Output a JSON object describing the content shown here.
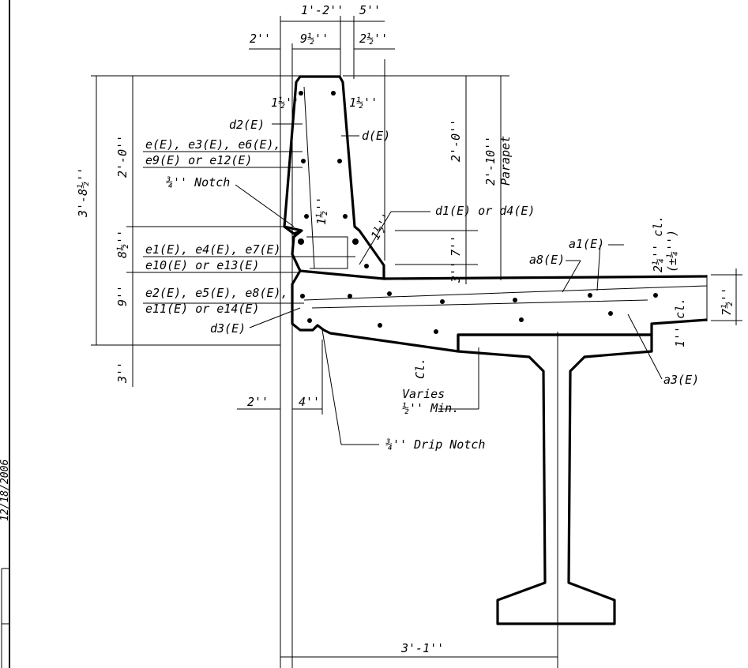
{
  "dimensions": {
    "top_1_2": "1'-2''",
    "top_5": "5''",
    "top_2": "2''",
    "top_9_5": "9½''",
    "top_2_5": "2½''",
    "left_total": "3'-8½''",
    "left_2_0": "2'-0''",
    "left_8_5": "8½''",
    "left_9": "9''",
    "left_3": "3''",
    "inner_1_5_a": "1½''",
    "inner_1_5_b": "1½''",
    "inner_1_5_c": "1½''",
    "inner_1_5_d": "1½''",
    "right_2_0": "2'-0''",
    "right_2_10": "2'-10''",
    "right_7": "7''",
    "right_3": "3''",
    "slab_7_5": "7½''",
    "cover_top": "2¼'' cl.",
    "cover_tol": "(±¼'')",
    "cover_bot": "1'' cl.",
    "cl_label": "Cl.",
    "bottom_2": "2''",
    "bottom_4": "4''",
    "bottom_total": "3'-1''"
  },
  "labels": {
    "parapet": "Parapet",
    "d2": "d2(E)",
    "d": "d(E)",
    "e_group1_l1": "e(E), e3(E), e6(E),",
    "e_group1_l2": "e9(E) or e12(E)",
    "notch": "¾'' Notch",
    "d1": "d1(E) or d4(E)",
    "e_group2_l1": "e1(E), e4(E), e7(E)",
    "e_group2_l2": "e10(E) or e13(E)",
    "e_group3_l1": "e2(E), e5(E), e8(E),",
    "e_group3_l2": "e11(E) or e14(E)",
    "d3": "d3(E)",
    "a8": "a8(E)",
    "a1": "a1(E)",
    "a3": "a3(E)",
    "varies_l1": "Varies",
    "varies_l2": "½'' Min.",
    "drip": "¾'' Drip Notch",
    "date": "12/18/2006"
  }
}
